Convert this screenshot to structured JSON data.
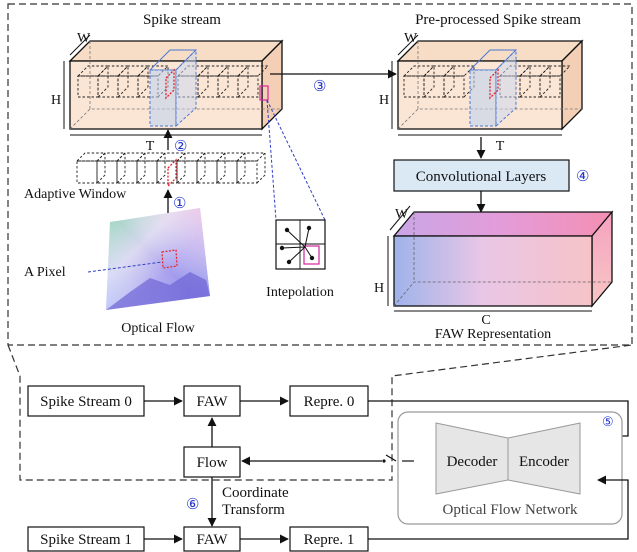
{
  "top_panel": {
    "spike_stream_title": "Spike stream",
    "preprocessed_title": "Pre-processed Spike stream",
    "adaptive_window": "Adaptive Window",
    "a_pixel": "A Pixel",
    "optical_flow": "Optical Flow",
    "interpolation": "Intepolation",
    "conv_layers": "Convolutional Layers",
    "faw_representation": "FAW Representation",
    "dims": {
      "w": "W",
      "h": "H",
      "t": "T",
      "c": "C"
    },
    "steps": {
      "s1": "①",
      "s2": "②",
      "s3": "③",
      "s4": "④"
    }
  },
  "bottom_panel": {
    "spike_stream_0": "Spike Stream 0",
    "spike_stream_1": "Spike Stream 1",
    "faw": "FAW",
    "repre_0": "Repre. 0",
    "repre_1": "Repre. 1",
    "flow": "Flow",
    "coord_transform_1": "Coordinate",
    "coord_transform_2": "Transform",
    "decoder": "Decoder",
    "encoder": "Encoder",
    "network_label": "Optical Flow Network",
    "steps": {
      "s5": "⑤",
      "s6": "⑥"
    }
  },
  "colors": {
    "box_fill": "#fbe3d2",
    "conv_fill": "#dbe9f5",
    "net_fill": "#e6e6e6",
    "step_color": "#2233cc",
    "highlight_red": "#e8222a",
    "highlight_blue": "#4a78d0"
  }
}
